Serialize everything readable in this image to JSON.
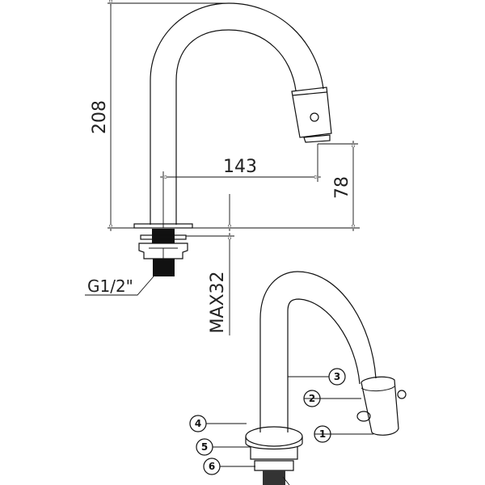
{
  "dimensions": {
    "height_total": "208",
    "reach": "143",
    "spout_height": "78",
    "max_thickness": "MAX32",
    "thread": "G1/2\""
  },
  "callouts": [
    "1",
    "2",
    "3",
    "4",
    "5",
    "6"
  ]
}
